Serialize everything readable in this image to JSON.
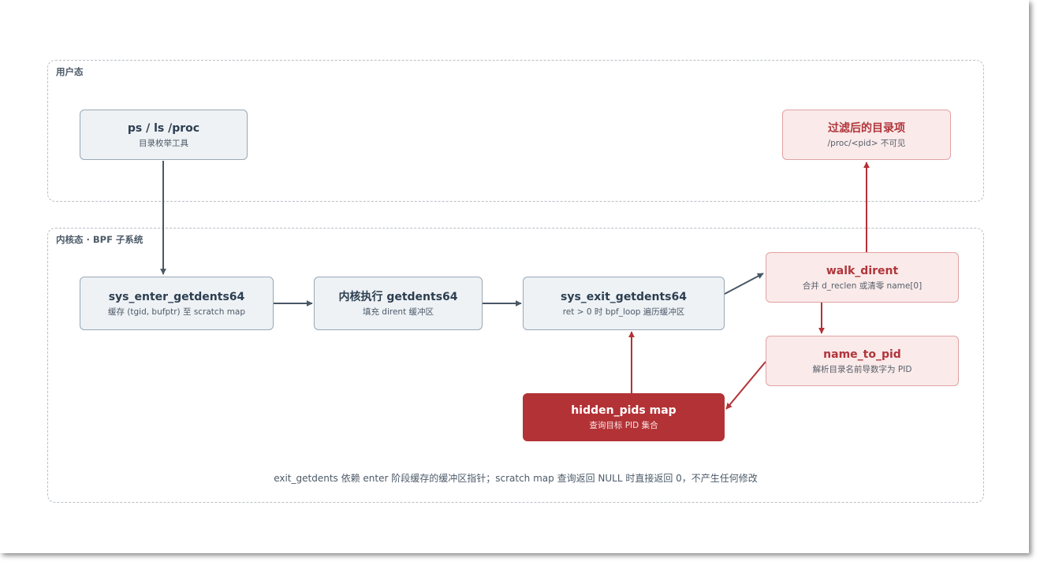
{
  "regions": {
    "user_space": {
      "label": "用户态"
    },
    "kernel_space": {
      "label": "内核态 · BPF 子系统"
    }
  },
  "nodes": {
    "ps_ls_proc": {
      "title": "ps / ls /proc",
      "subtitle": "目录枚举工具"
    },
    "filtered_entries": {
      "title": "过滤后的目录项",
      "subtitle": "/proc/<pid> 不可见"
    },
    "sys_enter": {
      "title": "sys_enter_getdents64",
      "subtitle": "缓存 (tgid, bufptr) 至 scratch map"
    },
    "kernel_exec": {
      "title": "内核执行 getdents64",
      "subtitle": "填充 dirent 缓冲区"
    },
    "sys_exit": {
      "title": "sys_exit_getdents64",
      "subtitle": "ret > 0 时 bpf_loop 遍历缓冲区"
    },
    "walk_dirent": {
      "title": "walk_dirent",
      "subtitle": "合并 d_reclen 或清零 name[0]"
    },
    "name_to_pid": {
      "title": "name_to_pid",
      "subtitle": "解析目录名前导数字为 PID"
    },
    "hidden_pids": {
      "title": "hidden_pids map",
      "subtitle": "查询目标 PID 集合"
    }
  },
  "footnote": "exit_getdents 依赖 enter 阶段缓存的缓冲区指针；scratch map 查询返回 NULL 时直接返回 0，不产生任何修改",
  "colors": {
    "neutral_arrow": "#4a5866",
    "accent_arrow": "#b33236",
    "node_gray_bg": "#eef2f5",
    "node_pink_bg": "#faeaea",
    "node_red_bg": "#b33236"
  }
}
